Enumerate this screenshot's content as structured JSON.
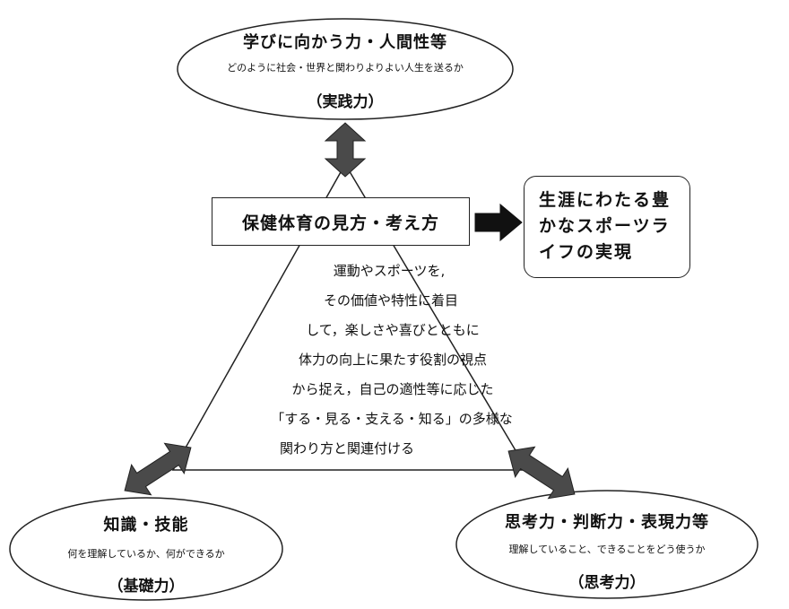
{
  "top_ellipse": {
    "title": "学びに向かう力・人間性等",
    "subtitle": "どのように社会・世界と関わりよりよい人生を送るか",
    "label": "（実践力）"
  },
  "left_ellipse": {
    "title": "知識・技能",
    "subtitle": "何を理解しているか、何ができるか",
    "label": "（基礎力）"
  },
  "right_ellipse": {
    "title": "思考力・判断力・表現力等",
    "subtitle": "理解していること、できることをどう使うか",
    "label": "（思考力）"
  },
  "view_box": {
    "text": "保健体育の見方・考え方"
  },
  "goal_box": {
    "lines": [
      "生涯にわたる豊",
      "かなスポーツラ",
      "イフの実現"
    ]
  },
  "center_text": {
    "lines": [
      "運動やスポーツを,",
      "その価値や特性に着目",
      "して，楽しさや喜びとともに",
      "体力の向上に果たす役割の視点",
      "から捉え，自己の適性等に応じた",
      "「する・見る・支える・知る」の多様な",
      "関わり方と関連付ける"
    ]
  },
  "colors": {
    "arrow_fill": "#4a4a4a",
    "arrow_stroke": "#222222",
    "outline": "#222222"
  }
}
